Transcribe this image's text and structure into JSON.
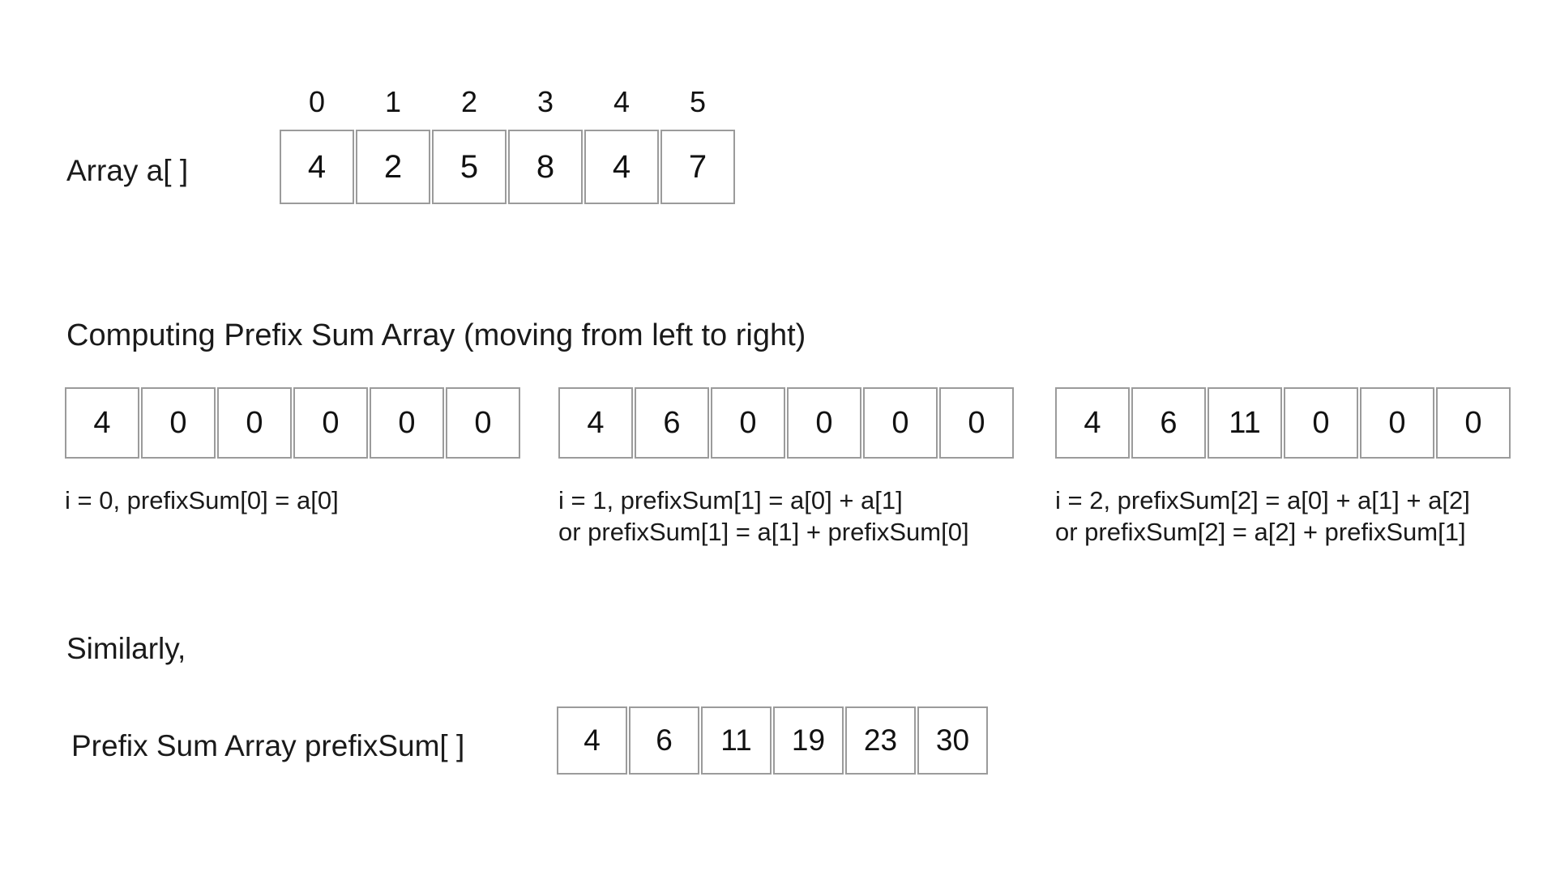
{
  "top_section": {
    "label": "Array a[ ]",
    "indices": [
      "0",
      "1",
      "2",
      "3",
      "4",
      "5"
    ],
    "values": [
      "4",
      "2",
      "5",
      "8",
      "4",
      "7"
    ]
  },
  "middle_section": {
    "heading": "Computing Prefix Sum Array (moving from left to right)",
    "steps": [
      {
        "values": [
          "4",
          "0",
          "0",
          "0",
          "0",
          "0"
        ],
        "caption_line1": "i = 0, prefixSum[0] = a[0]",
        "caption_line2": ""
      },
      {
        "values": [
          "4",
          "6",
          "0",
          "0",
          "0",
          "0"
        ],
        "caption_line1": "i = 1, prefixSum[1] = a[0] + a[1]",
        "caption_line2": "or prefixSum[1] = a[1] + prefixSum[0]"
      },
      {
        "values": [
          "4",
          "6",
          "11",
          "0",
          "0",
          "0"
        ],
        "caption_line1": "i = 2, prefixSum[2] = a[0] + a[1] + a[2]",
        "caption_line2": "or prefixSum[2] = a[2] + prefixSum[1]"
      }
    ]
  },
  "bottom_section": {
    "similarly": "Similarly,",
    "label": "Prefix Sum Array prefixSum[ ]",
    "values": [
      "4",
      "6",
      "11",
      "19",
      "23",
      "30"
    ]
  },
  "colors": {
    "cell_border": "#9b9b9b",
    "text": "#1a1a1a",
    "background": "#ffffff"
  }
}
